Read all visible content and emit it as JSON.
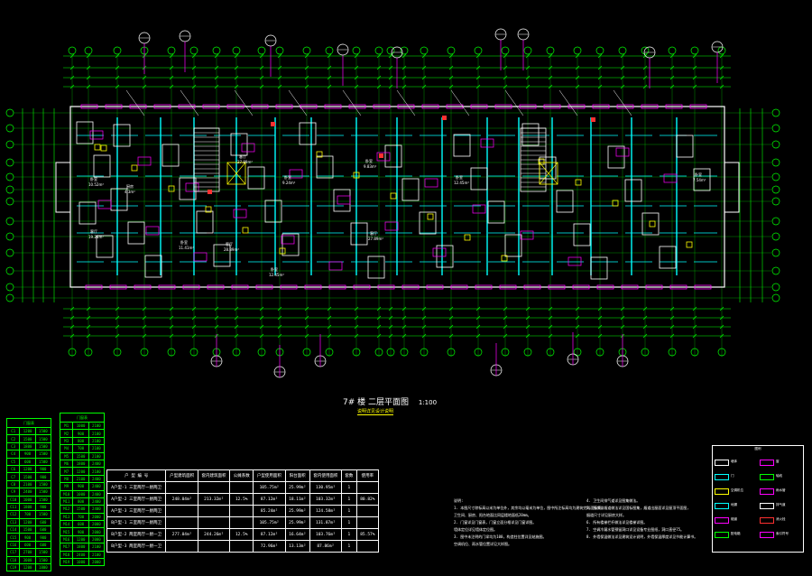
{
  "drawing": {
    "title": "7# 楼 二层平面图",
    "scale": "1:100",
    "subtitle": "说明详见设计说明",
    "colors": {
      "background": "#000000",
      "axis": "#00ff00",
      "dimension": "#00ff00",
      "wall_white": "#ffffff",
      "wall_cyan": "#00ffff",
      "window_magenta": "#ff00ff",
      "text_yellow": "#ffff00",
      "stair": "#ffffff",
      "red_mark": "#ff3030"
    },
    "rooms": [
      {
        "name": "卧室",
        "area": "10.52m²"
      },
      {
        "name": "客厅",
        "area": "19.28m²"
      },
      {
        "name": "厨房",
        "area": "4.3m²"
      },
      {
        "name": "卧室",
        "area": "11.41m²"
      },
      {
        "name": "客厅",
        "area": "27.89m²"
      },
      {
        "name": "卧室",
        "area": "9.24m²"
      },
      {
        "name": "客厅",
        "area": "28.89m²"
      },
      {
        "name": "卧室",
        "area": "12.45m²"
      },
      {
        "name": "卧室",
        "area": "9.83m²"
      },
      {
        "name": "客厅",
        "area": "27.89m²"
      },
      {
        "name": "卧室",
        "area": "12.45m²"
      },
      {
        "name": "卧室",
        "area": "7.54m²"
      }
    ]
  },
  "grid_table_left": {
    "header": "门窗表",
    "rows": [
      [
        "C1",
        "1200",
        "1500"
      ],
      [
        "C2",
        "1500",
        "1500"
      ],
      [
        "C3",
        "1800",
        "1500"
      ],
      [
        "C4",
        "900",
        "1500"
      ],
      [
        "C5",
        "600",
        "1500"
      ],
      [
        "C6",
        "1200",
        "900"
      ],
      [
        "C7",
        "1500",
        "900"
      ],
      [
        "C8",
        "2100",
        "1500"
      ],
      [
        "C9",
        "2400",
        "1500"
      ],
      [
        "C10",
        "1000",
        "1500"
      ],
      [
        "C11",
        "1800",
        "900"
      ],
      [
        "C12",
        "700",
        "1500"
      ],
      [
        "C13",
        "1200",
        "600"
      ],
      [
        "C14",
        "1500",
        "600"
      ],
      [
        "C15",
        "900",
        "900"
      ],
      [
        "C16",
        "600",
        "600"
      ],
      [
        "C17",
        "2700",
        "1500"
      ],
      [
        "C18",
        "3000",
        "1500"
      ],
      [
        "C19",
        "1200",
        "1800"
      ]
    ]
  },
  "grid_table_right": {
    "header": "门窗表",
    "rows": [
      [
        "M1",
        "1000",
        "2100"
      ],
      [
        "M2",
        "900",
        "2100"
      ],
      [
        "M3",
        "800",
        "2100"
      ],
      [
        "M4",
        "700",
        "2100"
      ],
      [
        "M5",
        "1500",
        "2100"
      ],
      [
        "M6",
        "1800",
        "2400"
      ],
      [
        "M7",
        "1200",
        "2100"
      ],
      [
        "M8",
        "2100",
        "2400"
      ],
      [
        "M9",
        "900",
        "2400"
      ],
      [
        "M10",
        "1000",
        "2400"
      ],
      [
        "M11",
        "800",
        "2400"
      ],
      [
        "M12",
        "1500",
        "2400"
      ],
      [
        "M13",
        "700",
        "2000"
      ],
      [
        "M14",
        "600",
        "2000"
      ],
      [
        "M15",
        "900",
        "2000"
      ],
      [
        "M16",
        "1200",
        "2000"
      ],
      [
        "M17",
        "1800",
        "2100"
      ],
      [
        "M18",
        "2400",
        "2100"
      ],
      [
        "M19",
        "1000",
        "2000"
      ]
    ]
  },
  "area_table": {
    "header": [
      "户 型 编 号",
      "户型建筑面积",
      "套内建筑面积",
      "公摊系数",
      "户型使用面积",
      "阳台面积",
      "套内使用面积",
      "套数",
      "使用率"
    ],
    "rows": [
      [
        "A户型-1",
        "三室两厅一厨两卫",
        "",
        "",
        "105.75m²",
        "25.99m²",
        "130.95m²",
        "1",
        ""
      ],
      [
        "A户型-2",
        "三室两厅一厨两卫",
        "248.04m²",
        "213.32m²",
        "12.5%",
        "87.12m²",
        "18.11m²",
        "103.32m²",
        "1",
        "80.82%"
      ],
      [
        "A户型-3",
        "三室两厅一厨两卫",
        "",
        "",
        "85.24m²",
        "25.99m²",
        "124.58m²",
        "1",
        ""
      ],
      [
        "B户型-1",
        "三室两厅一厨两卫",
        "",
        "",
        "105.75m²",
        "25.99m²",
        "131.87m²",
        "1",
        ""
      ],
      [
        "B户型-2",
        "两室两厅一厨一卫",
        "277.04m²",
        "244.26m²",
        "12.5%",
        "87.12m²",
        "16.64m²",
        "103.76m²",
        "1",
        "85.57%"
      ],
      [
        "B户型-3",
        "两室两厅一厨一卫",
        "",
        "",
        "72.96m²",
        "13.13m²",
        "87.86m²",
        "1",
        ""
      ]
    ]
  },
  "notes_left": {
    "label": "说明:",
    "lines": [
      "1. 本图尺寸除标高以米为单位外，其余均以毫米为单位，图中所注标高均为建筑完成面标高。",
      "   卫生间、厨房、阳台地面比同层楼地面低20mm。",
      "2. 门窗详见门窗表，门窗立面分格详见门窗详图。",
      "   墙体定位详见墙体定位图。",
      "3. 图中未注明的门垛均为100，构造柱位置详见结施图。",
      "   空调机位、雨水管位置详见大样图。"
    ]
  },
  "notes_right": {
    "lines": [
      "4. 卫生间排气道详见图集做法。",
      "5. 厨房排烟道做法详见国标图集，烟道出屋面详见屋顶平面图，",
      "   烟道尺寸详见厨房大样。",
      "6. 所有楼梯栏杆做法详见楼梯详图。",
      "7. 空调冷凝水管预留洞口详见设备专业图纸，洞口直径75。",
      "8. 外墙保温做法详见建筑设计说明，外墙保温厚度详见节能计算书。"
    ]
  },
  "legend": {
    "title": "图例",
    "items": [
      {
        "label": "墙体",
        "color": "#ffffff"
      },
      {
        "label": "窗",
        "color": "#ff00ff"
      },
      {
        "label": "门",
        "color": "#00ffff"
      },
      {
        "label": "轴线",
        "color": "#00ff00"
      },
      {
        "label": "空调机位",
        "color": "#ffff00"
      },
      {
        "label": "雨水管",
        "color": "#ff00ff"
      },
      {
        "label": "地漏",
        "color": "#00ffff"
      },
      {
        "label": "排气道",
        "color": "#ffffff"
      },
      {
        "label": "烟道",
        "color": "#ff00ff"
      },
      {
        "label": "消火栓",
        "color": "#ff3030"
      },
      {
        "label": "配电箱",
        "color": "#00ff00"
      },
      {
        "label": "索引符号",
        "color": "#ff00ff"
      }
    ]
  }
}
